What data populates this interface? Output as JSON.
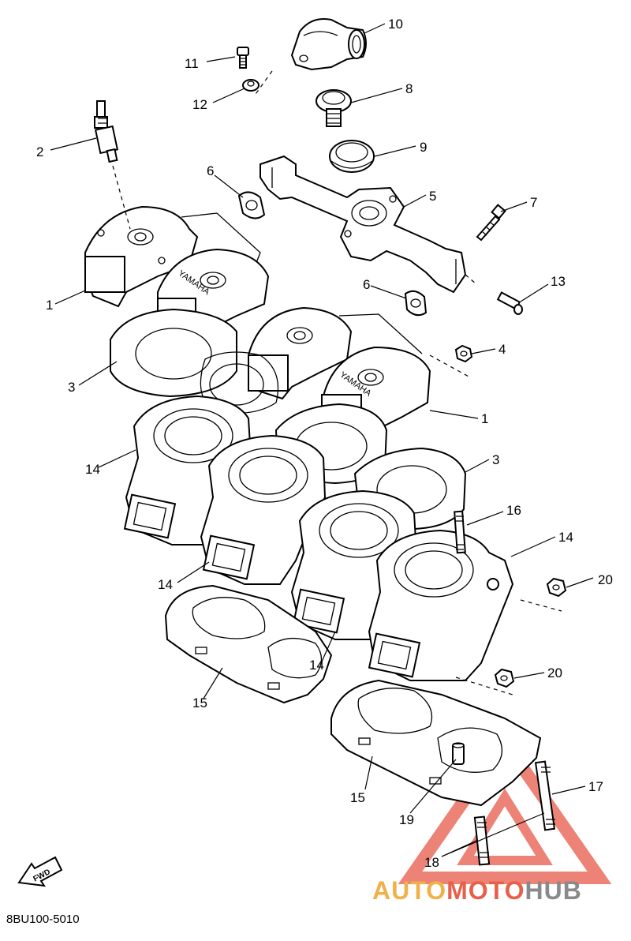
{
  "diagram": {
    "code": "8BU100-5010",
    "fwd_label": "FWD",
    "cylinder_head_mark": "YAMAHA",
    "callouts": [
      "10",
      "11",
      "12",
      "8",
      "2",
      "9",
      "6",
      "5",
      "7",
      "1",
      "6",
      "13",
      "4",
      "3",
      "1",
      "14",
      "3",
      "16",
      "14",
      "14",
      "20",
      "14",
      "20",
      "15",
      "15",
      "17",
      "19",
      "18"
    ]
  },
  "watermark": {
    "part1": "AUTO",
    "part2": "MOTO",
    "part3": "HUB",
    "color_auto": "#f0b04a",
    "color_moto": "#e8604a",
    "color_hub": "#8a8a8a",
    "triangle_color": "#e85a4a"
  }
}
